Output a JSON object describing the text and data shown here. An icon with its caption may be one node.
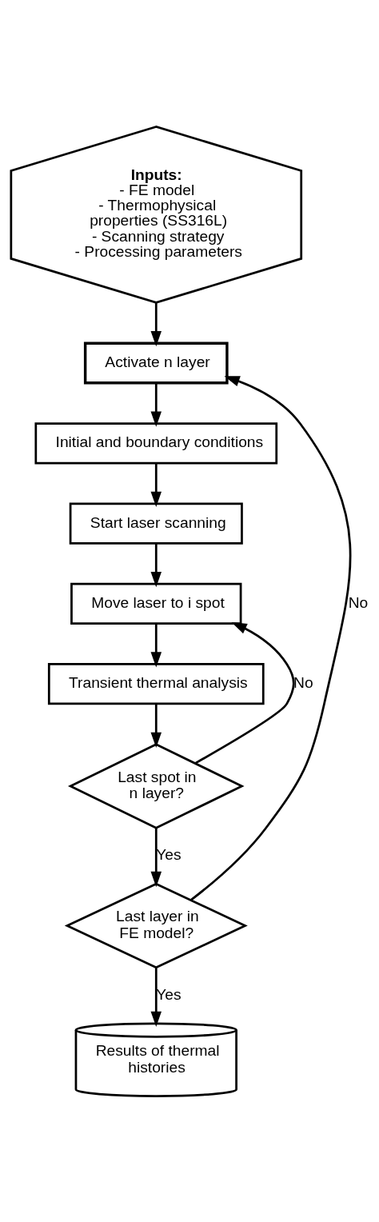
{
  "diagram": {
    "nodes": [
      {
        "text": [
          "Inputs:",
          "- FE model",
          "- Thermophysical properties (SS316L)",
          "- Scanning strategy",
          "- Processing parameters"
        ]
      },
      {
        "text": [
          "Activate n layer"
        ]
      },
      {
        "text": [
          "Initial and boundary conditions"
        ]
      },
      {
        "text": [
          "Start laser scanning"
        ]
      },
      {
        "text": [
          "Move laser to i spot"
        ]
      },
      {
        "text": [
          "Transient thermal analysis"
        ]
      },
      {
        "text": [
          "Last spot in n layer?"
        ]
      },
      {
        "text": [
          "Last layer in FE model?"
        ]
      },
      {
        "text": [
          "Results of thermal histories"
        ]
      }
    ],
    "edges": [
      {
        "from": 0,
        "to": 1,
        "arrow": "to"
      },
      {
        "from": 1,
        "to": 2,
        "arrow": "to"
      },
      {
        "from": 2,
        "to": 3,
        "arrow": "to"
      },
      {
        "from": 3,
        "to": 4,
        "arrow": "to"
      },
      {
        "from": 4,
        "to": 5,
        "arrow": "to"
      },
      {
        "from": 5,
        "to": 6,
        "arrow": "to"
      },
      {
        "from": 6,
        "to": 4,
        "arrow": "to",
        "label": "No"
      },
      {
        "from": 6,
        "to": 7,
        "arrow": "to",
        "label": "Yes"
      },
      {
        "from": 7,
        "to": 1,
        "arrow": "to",
        "label": "No"
      },
      {
        "from": 7,
        "to": 8,
        "arrow": "to",
        "label": "Yes"
      }
    ]
  }
}
